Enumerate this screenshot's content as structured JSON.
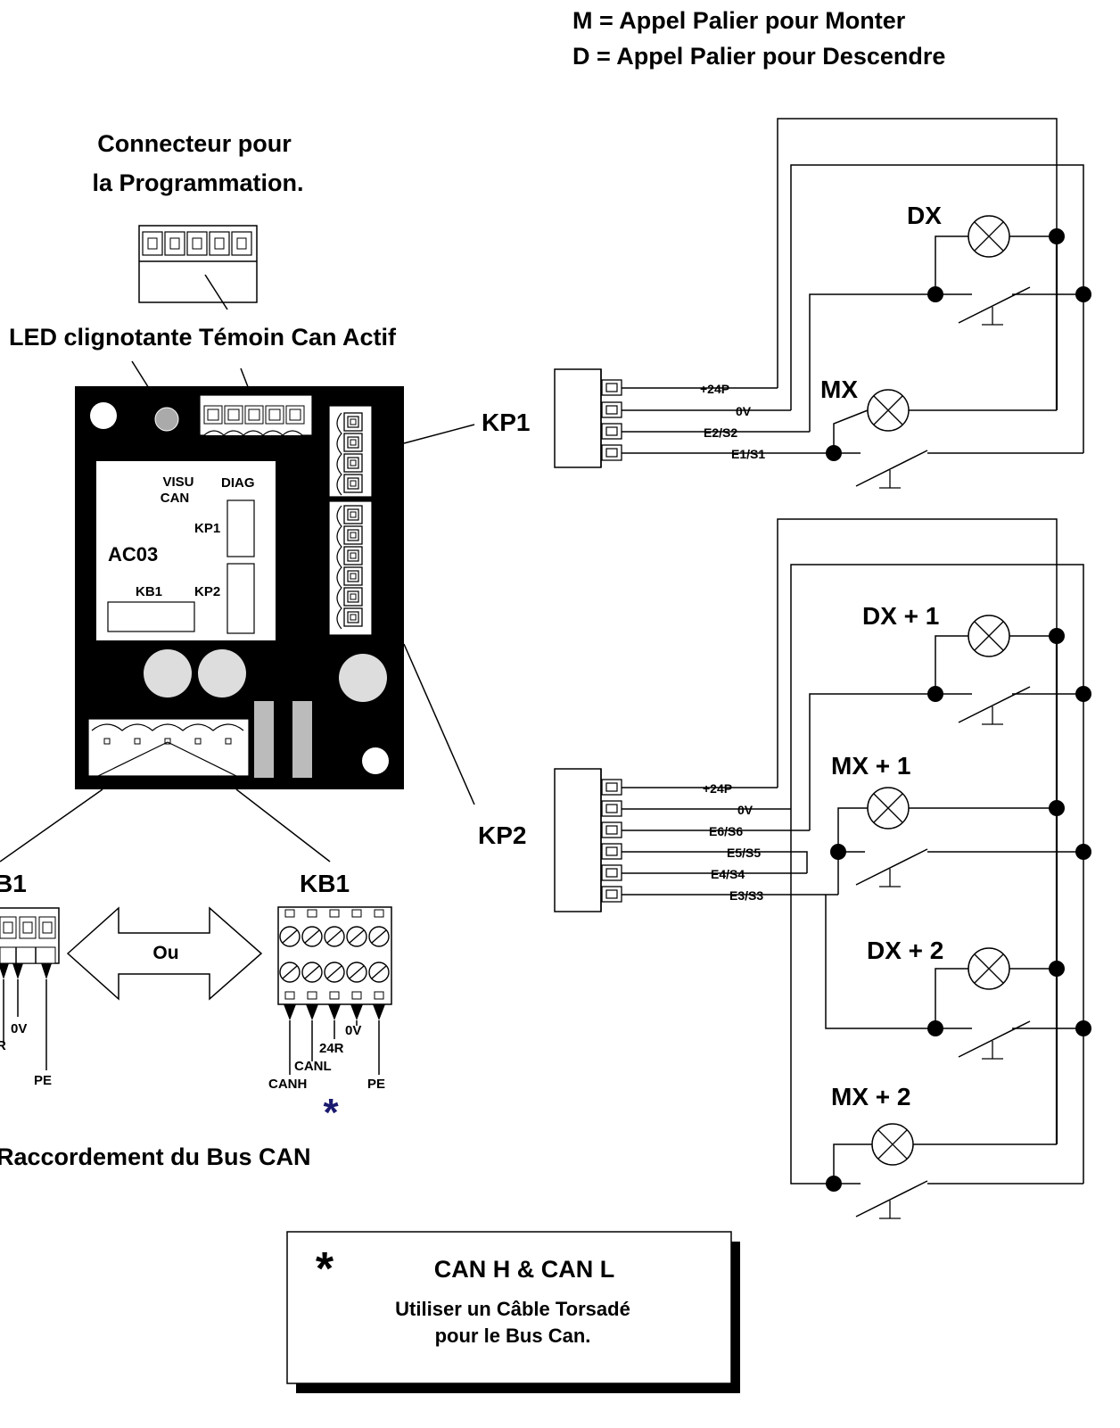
{
  "legend": {
    "line1": "M = Appel Palier pour Monter",
    "line2": "D = Appel Palier pour Descendre"
  },
  "prog_connector": {
    "line1": "Connecteur pour",
    "line2": "la Programmation."
  },
  "led_label": "LED clignotante Témoin Can Actif",
  "board": {
    "visu_line1": "VISU",
    "visu_line2": "CAN",
    "diag": "DIAG",
    "kp1": "KP1",
    "kp2": "KP2",
    "kb1": "KB1",
    "model": "AC03"
  },
  "callouts": {
    "kp1": "KP1",
    "kp2": "KP2"
  },
  "kb1_left": {
    "title": "B1",
    "zero_v": "0V",
    "r": "R",
    "pe": "PE"
  },
  "or_arrow": "Ou",
  "kb1_right": {
    "title": "KB1",
    "zero_v": "0V",
    "r24": "24R",
    "canl": "CANL",
    "canh": "CANH",
    "pe": "PE",
    "star": "*"
  },
  "bus_label": "Raccordement du Bus CAN",
  "kp1_block": {
    "pins": [
      "+24P",
      "0V",
      "E2/S2",
      "E1/S1"
    ],
    "lamp_d": "DX",
    "lamp_m": "MX"
  },
  "kp2_block": {
    "pins": [
      "+24P",
      "0V",
      "E6/S6",
      "E5/S5",
      "E4/S4",
      "E3/S3"
    ],
    "lamp_d1": "DX + 1",
    "lamp_m1": "MX + 1",
    "lamp_d2": "DX + 2",
    "lamp_m2": "MX + 2"
  },
  "note": {
    "star": "*",
    "title": "CAN H & CAN L",
    "line1": "Utiliser un Câble Torsadé",
    "line2": "pour le Bus Can."
  },
  "colors": {
    "board": "#000000",
    "grey": "#d0d0d0",
    "star_blue": "#1a1a6e"
  }
}
